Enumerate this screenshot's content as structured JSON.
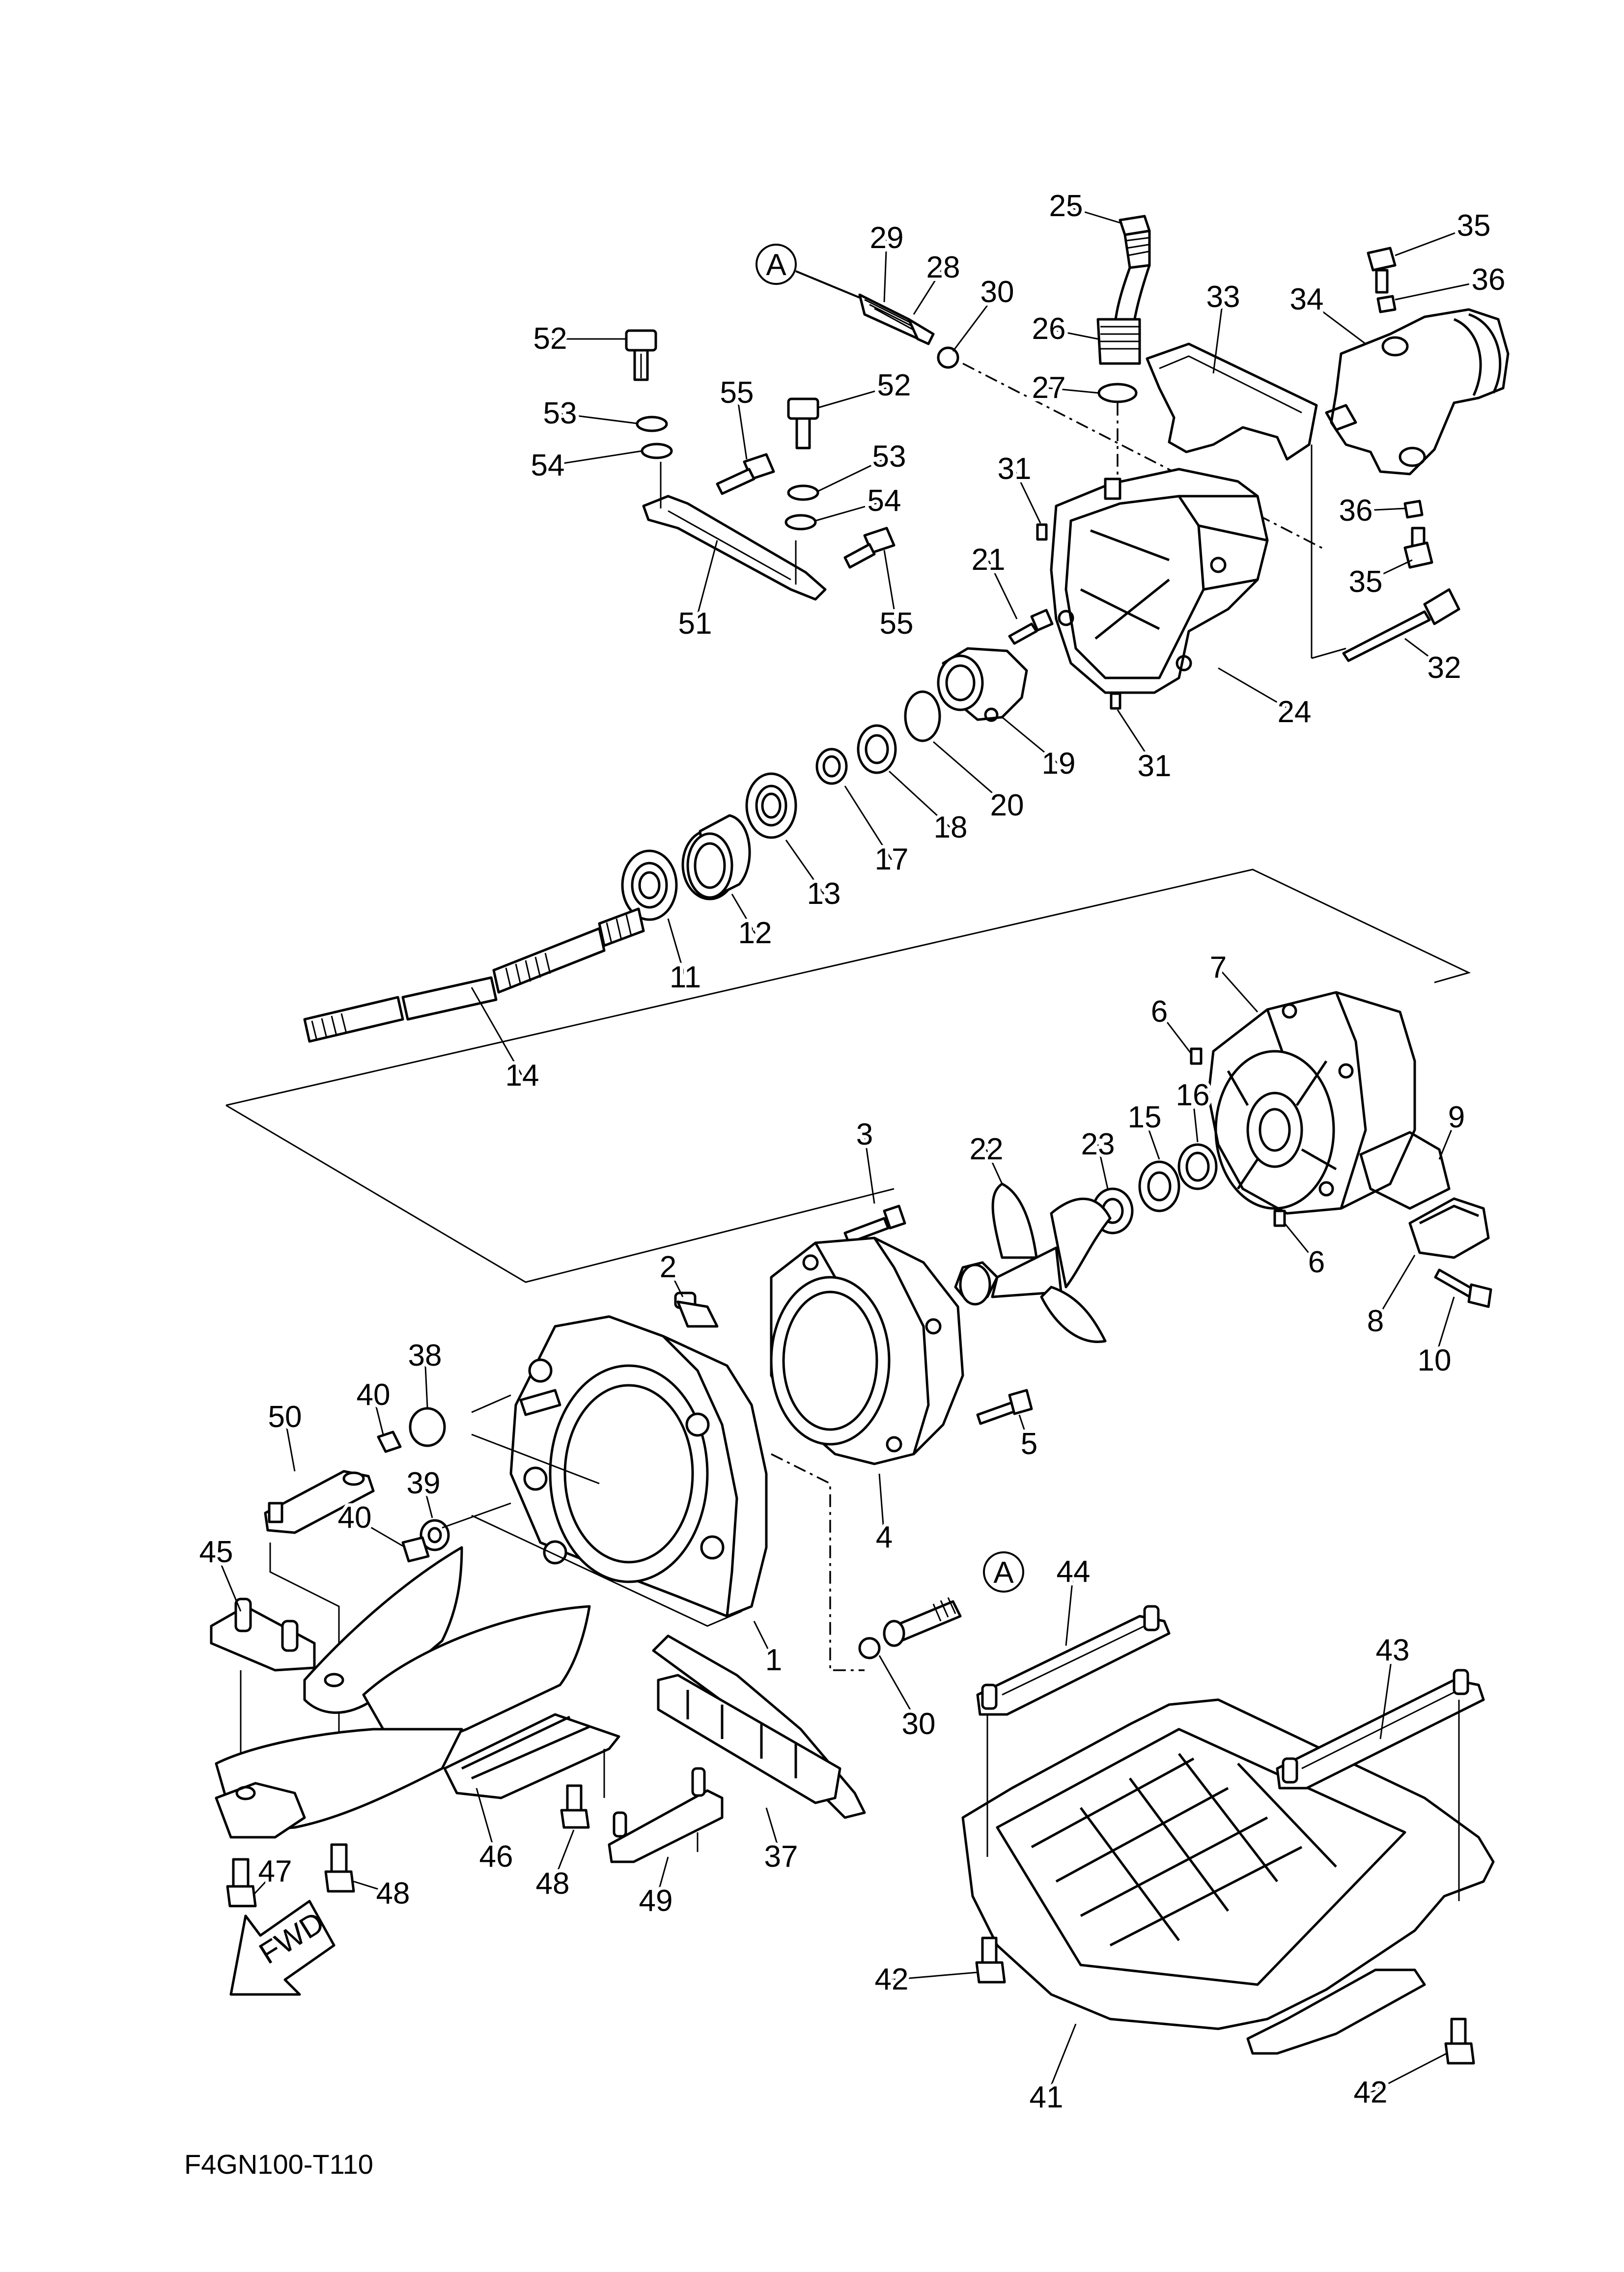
{
  "diagram": {
    "caption": "F4GN100-T110",
    "ref_marker": "A",
    "fwd_label": "FWD",
    "callouts": [
      {
        "id": "1",
        "label": "1"
      },
      {
        "id": "2",
        "label": "2"
      },
      {
        "id": "3",
        "label": "3"
      },
      {
        "id": "4",
        "label": "4"
      },
      {
        "id": "5",
        "label": "5"
      },
      {
        "id": "6a",
        "label": "6"
      },
      {
        "id": "6b",
        "label": "6"
      },
      {
        "id": "7",
        "label": "7"
      },
      {
        "id": "8",
        "label": "8"
      },
      {
        "id": "9",
        "label": "9"
      },
      {
        "id": "10",
        "label": "10"
      },
      {
        "id": "11",
        "label": "11"
      },
      {
        "id": "12",
        "label": "12"
      },
      {
        "id": "13",
        "label": "13"
      },
      {
        "id": "14",
        "label": "14"
      },
      {
        "id": "15",
        "label": "15"
      },
      {
        "id": "16",
        "label": "16"
      },
      {
        "id": "17",
        "label": "17"
      },
      {
        "id": "18",
        "label": "18"
      },
      {
        "id": "19",
        "label": "19"
      },
      {
        "id": "20",
        "label": "20"
      },
      {
        "id": "21",
        "label": "21"
      },
      {
        "id": "22",
        "label": "22"
      },
      {
        "id": "23",
        "label": "23"
      },
      {
        "id": "24",
        "label": "24"
      },
      {
        "id": "25",
        "label": "25"
      },
      {
        "id": "26",
        "label": "26"
      },
      {
        "id": "27",
        "label": "27"
      },
      {
        "id": "28",
        "label": "28"
      },
      {
        "id": "29",
        "label": "29"
      },
      {
        "id": "30a",
        "label": "30"
      },
      {
        "id": "30b",
        "label": "30"
      },
      {
        "id": "31a",
        "label": "31"
      },
      {
        "id": "31b",
        "label": "31"
      },
      {
        "id": "32",
        "label": "32"
      },
      {
        "id": "33",
        "label": "33"
      },
      {
        "id": "34",
        "label": "34"
      },
      {
        "id": "35a",
        "label": "35"
      },
      {
        "id": "35b",
        "label": "35"
      },
      {
        "id": "36a",
        "label": "36"
      },
      {
        "id": "36b",
        "label": "36"
      },
      {
        "id": "37",
        "label": "37"
      },
      {
        "id": "38",
        "label": "38"
      },
      {
        "id": "39",
        "label": "39"
      },
      {
        "id": "40a",
        "label": "40"
      },
      {
        "id": "40b",
        "label": "40"
      },
      {
        "id": "41",
        "label": "41"
      },
      {
        "id": "42a",
        "label": "42"
      },
      {
        "id": "42b",
        "label": "42"
      },
      {
        "id": "43",
        "label": "43"
      },
      {
        "id": "44",
        "label": "44"
      },
      {
        "id": "45",
        "label": "45"
      },
      {
        "id": "46",
        "label": "46"
      },
      {
        "id": "47",
        "label": "47"
      },
      {
        "id": "48a",
        "label": "48"
      },
      {
        "id": "48b",
        "label": "48"
      },
      {
        "id": "49",
        "label": "49"
      },
      {
        "id": "50",
        "label": "50"
      },
      {
        "id": "51",
        "label": "51"
      },
      {
        "id": "52a",
        "label": "52"
      },
      {
        "id": "52b",
        "label": "52"
      },
      {
        "id": "53a",
        "label": "53"
      },
      {
        "id": "53b",
        "label": "53"
      },
      {
        "id": "54a",
        "label": "54"
      },
      {
        "id": "54b",
        "label": "54"
      },
      {
        "id": "55a",
        "label": "55"
      },
      {
        "id": "55b",
        "label": "55"
      }
    ]
  }
}
